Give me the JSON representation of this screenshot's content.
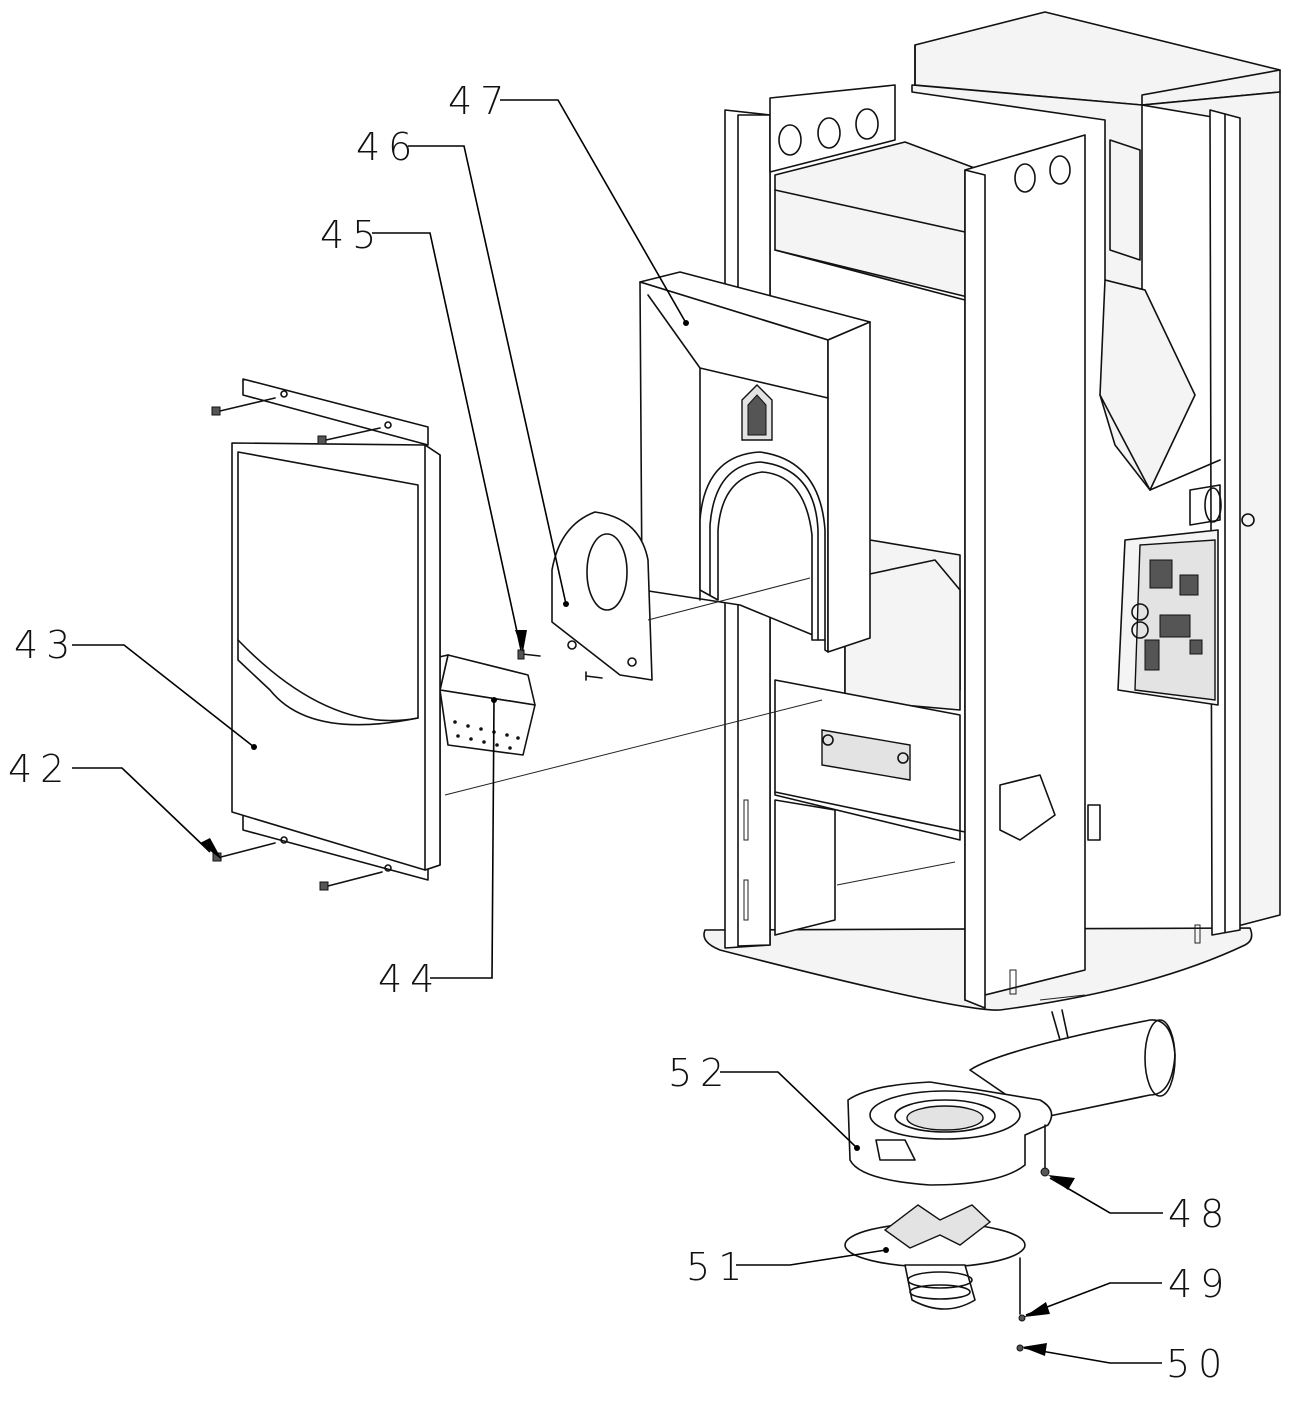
{
  "callouts": [
    {
      "id": "c42",
      "label": "42"
    },
    {
      "id": "c43",
      "label": "43"
    },
    {
      "id": "c44",
      "label": "44"
    },
    {
      "id": "c45",
      "label": "45"
    },
    {
      "id": "c46",
      "label": "46"
    },
    {
      "id": "c47",
      "label": "47"
    },
    {
      "id": "c48",
      "label": "48"
    },
    {
      "id": "c49",
      "label": "49"
    },
    {
      "id": "c50",
      "label": "50"
    },
    {
      "id": "c51",
      "label": "51"
    },
    {
      "id": "c52",
      "label": "52"
    }
  ],
  "colors": {
    "line": "#111111",
    "background": "#ffffff"
  }
}
